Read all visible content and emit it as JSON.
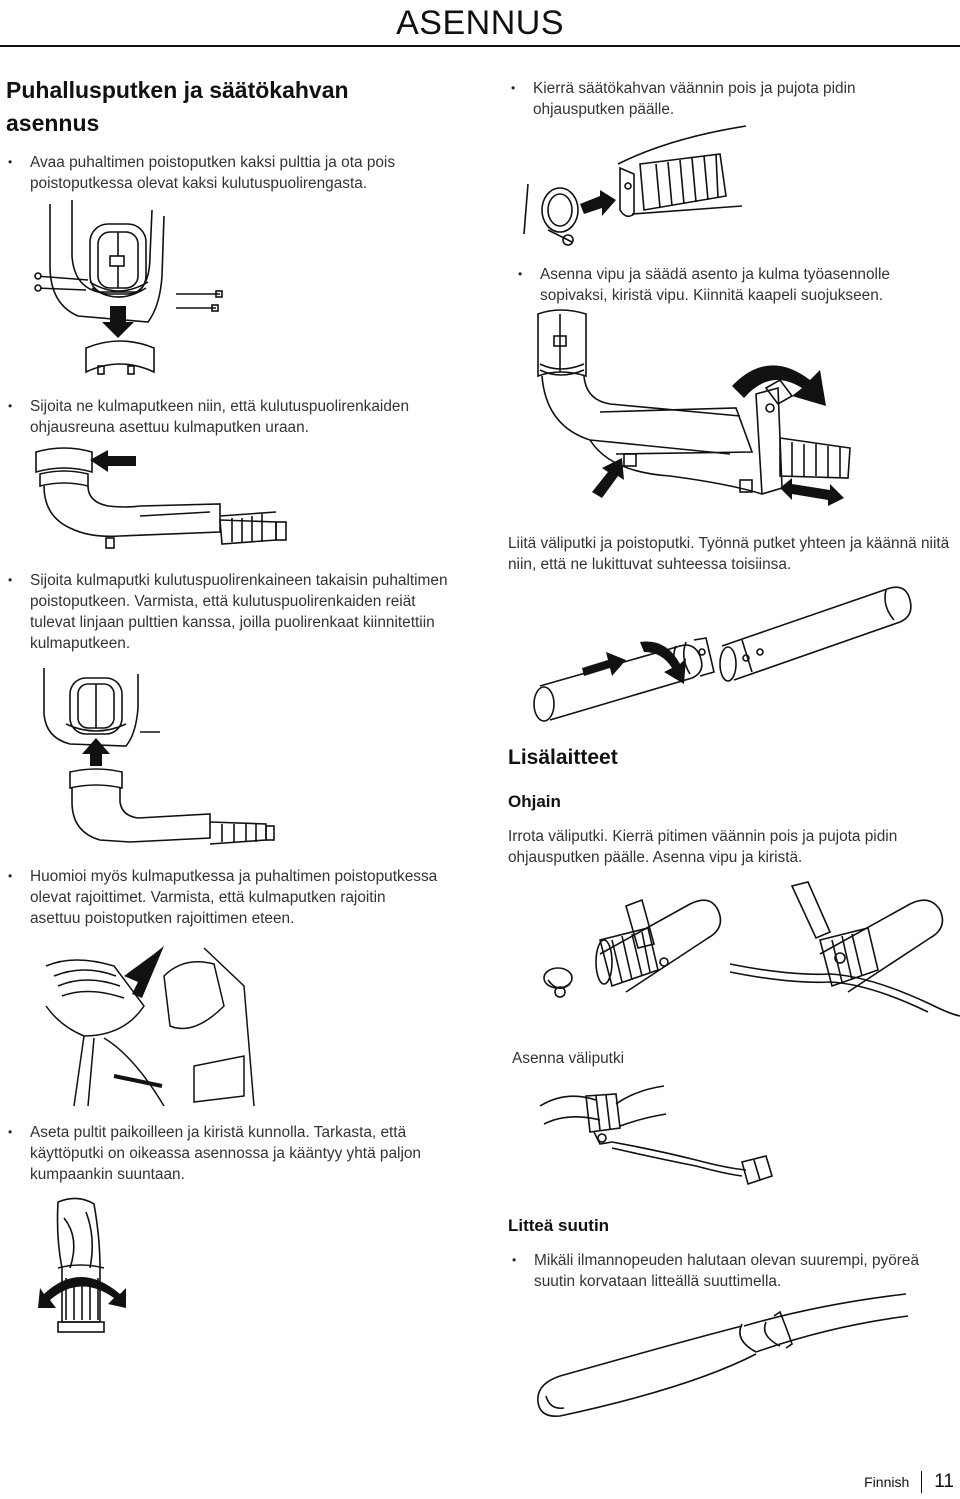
{
  "header": {
    "title": "ASENNUS"
  },
  "left": {
    "heading": "Puhallusputken ja säätökahvan asennus",
    "bullet1": "Avaa puhaltimen poistoputken kaksi pulttia ja ota pois poistoputkessa olevat kaksi kulutuspuolirengasta.",
    "bullet2": "Sijoita ne kulmaputkeen niin, että kulutuspuolirenkaiden ohjausreuna asettuu kulmaputken uraan.",
    "bullet3": "Sijoita kulmaputki kulutuspuolirenkaineen takaisin puhaltimen poistoputkeen. Varmista, että kulutuspuolirenkaiden reiät tulevat linjaan pulttien kanssa, joilla puolirenkaat kiinnitettiin kulmaputkeen.",
    "bullet4": "Huomioi myös kulmaputkessa ja puhaltimen poistoputkessa olevat rajoittimet. Varmista, että kulmaputken rajoitin asettuu poistoputken rajoittimen eteen.",
    "bullet5": "Aseta pultit paikoilleen ja kiristä kunnolla. Tarkasta, että käyttöputki on oikeassa asennossa ja kääntyy yhtä paljon kumpaankin suuntaan."
  },
  "right": {
    "bullet1": "Kierrä säätökahvan väännin pois ja pujota pidin ohjausputken päälle.",
    "bullet2": "Asenna vipu ja säädä asento ja kulma työasennolle sopivaksi, kiristä vipu. Kiinnitä kaapeli suojukseen.",
    "para1": "Liitä väliputki ja poistoputki. Työnnä putket yhteen ja käännä niitä niin, että ne lukittuvat suhteessa toisiinsa.",
    "accessories_heading": "Lisälaitteet",
    "guide_heading": "Ohjain",
    "guide_text": "Irrota väliputki. Kierrä pitimen väännin pois ja pujota pidin ohjausputken päälle. Asenna vipu ja kiristä.",
    "caption": "Asenna väliputki",
    "nozzle_heading": "Litteä suutin",
    "nozzle_bullet": "Mikäli ilmannopeuden halutaan olevan suurempi, pyöreä suutin korvataan litteällä suuttimella."
  },
  "footer": {
    "language": "Finnish",
    "page": "11"
  }
}
